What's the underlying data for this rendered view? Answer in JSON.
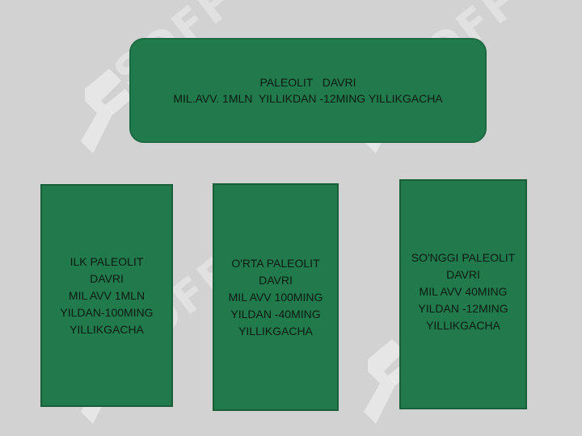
{
  "watermark": {
    "text": "SOFF",
    "color": "#ffffff"
  },
  "colors": {
    "background": "#d2d2d2",
    "box_fill": "#217a4c",
    "box_border": "#1a5e3a",
    "text": "#0e1a12"
  },
  "top_box": {
    "lines": [
      "PALEOLIT   DAVRI",
      "MIL.AVV. 1MLN  YILLIKDAN -12MING YILLIKGACHA"
    ]
  },
  "boxes": [
    {
      "id": "ilk",
      "lines": [
        "ILK PALEOLIT",
        "DAVRI",
        "MIL AVV 1MLN",
        "YILDAN-100MING",
        "YILLIKGACHA"
      ]
    },
    {
      "id": "orta",
      "lines": [
        "O'RTA PALEOLIT",
        "DAVRI",
        "MIL AVV 100MING",
        "YILDAN -40MING",
        "YILLIKGACHA"
      ]
    },
    {
      "id": "songgi",
      "lines": [
        "SO'NGGI PALEOLIT",
        "DAVRI",
        "MIL AVV 40MING",
        "YILDAN -12MING",
        "YILLIKGACHA"
      ]
    }
  ]
}
